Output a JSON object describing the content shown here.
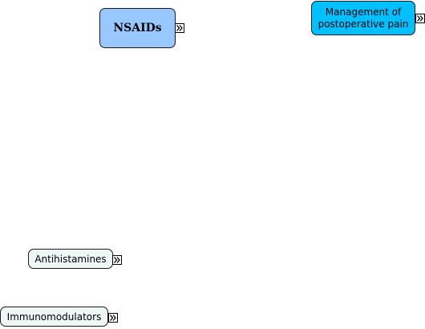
{
  "diagram": {
    "nodes": {
      "nsaids": {
        "label": "NSAIDs",
        "fill": "#99c7ff"
      },
      "postoperative_pain": {
        "label": "Management of postoperative pain",
        "fill": "#00c0ff"
      },
      "antihistamines": {
        "label": "Antihistamines",
        "fill": "#eef6f6"
      },
      "immunomodulators": {
        "label": "Immunomodulators",
        "fill": "#eef6f6"
      }
    },
    "expand_icon": "double-chevron-right-icon"
  }
}
